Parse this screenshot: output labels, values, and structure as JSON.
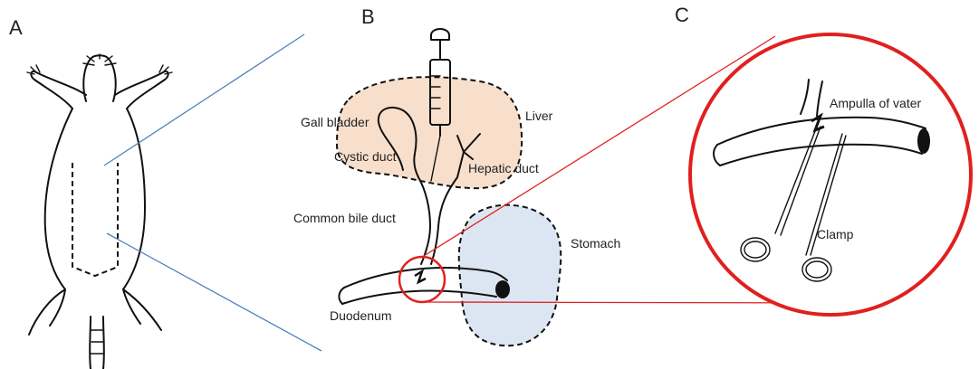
{
  "panels": {
    "a": {
      "letter": "A"
    },
    "b": {
      "letter": "B"
    },
    "c": {
      "letter": "C"
    }
  },
  "labels": {
    "gall_bladder": "Gall bladder",
    "liver": "Liver",
    "cystic_duct": "Cystic duct",
    "hepatic_duct": "Hepatic duct",
    "common_bile_duct": "Common bile duct",
    "stomach": "Stomach",
    "duodenum": "Duodenum",
    "ampulla_of_vater": "Ampulla of vater",
    "clamp": "Clamp"
  },
  "colors": {
    "liver_fill": "#f8dfcc",
    "stomach_fill": "#dce6f2",
    "zoom_circle": "#e02020",
    "zoom_lines_a_to_b": "#4f81bd",
    "zoom_lines_b_to_c": "#e02020"
  }
}
